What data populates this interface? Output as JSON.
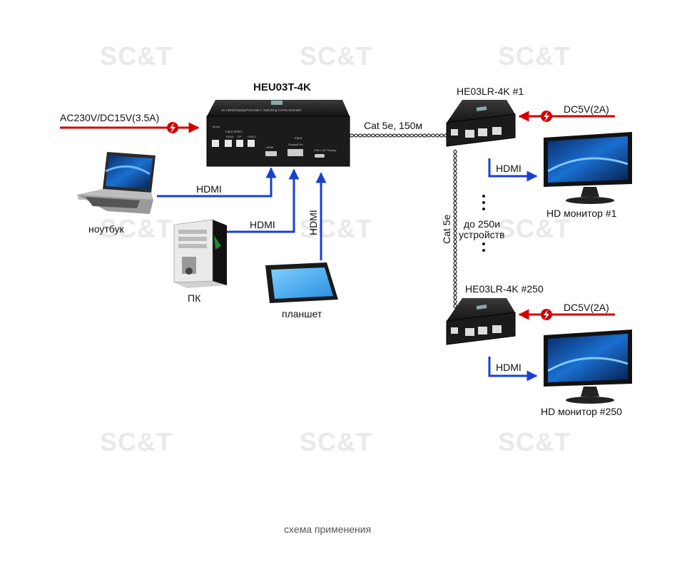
{
  "watermark": "SC&T",
  "transmitter": {
    "model": "HEU03T-4K",
    "panel_text": "4K HDMI/DisplayPort/USB-C Switching CAT5e Extender",
    "button_labels": [
      "Mode",
      "HDMI",
      "DP",
      "USB-C"
    ],
    "input_select_label": "Input Select",
    "port_labels": [
      "HDMI",
      "DisplayPort",
      "USB-C (DP Display)"
    ],
    "input_label": "Input"
  },
  "power_main": "AC230V/DC15V(3.5A)",
  "cable": {
    "main": "Cat 5e, 150м",
    "vertical": "Cat 5e"
  },
  "sources": {
    "laptop": {
      "label": "ноутбук",
      "link": "HDMI"
    },
    "pc": {
      "label": "ПК",
      "link": "HDMI"
    },
    "tablet": {
      "label": "планшет",
      "link": "HDMI"
    }
  },
  "receiver1": {
    "model": "HE03LR-4K  #1",
    "power": "DC5V(2A)",
    "link": "HDMI",
    "monitor": "HD монитор #1"
  },
  "receiver250": {
    "model": "HE03LR-4K  #250",
    "power": "DC5V(2A)",
    "link": "HDMI",
    "monitor": "HD монитор #250"
  },
  "devices_note": {
    "line1": "до  250и",
    "line2": "устройств"
  },
  "caption": "схема применения",
  "colors": {
    "power_line": "#d40000",
    "hdmi_line": "#1a3fd0",
    "device_body": "#1c1c1c",
    "screen": "#3aa0e8"
  }
}
